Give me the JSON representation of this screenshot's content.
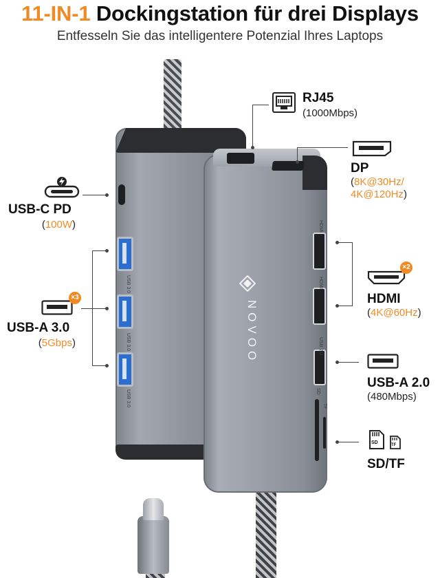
{
  "header": {
    "title_accent": "11-IN-1",
    "title_rest": "Dockingstation für drei Displays",
    "subtitle": "Entfesseln Sie das intelligentere Potenzial Ihres Laptops"
  },
  "product": {
    "brand": "NOVOO",
    "port_markings": {
      "usb3": "USB 3.0",
      "hdmi": "HDMI",
      "usb2": "USB 2.0",
      "sd": "SD",
      "tf": "TF"
    }
  },
  "ports": {
    "rj45": {
      "label": "RJ45",
      "spec": "(1000Mbps)"
    },
    "dp": {
      "label": "DP",
      "spec_line1": "8K@30Hz/",
      "spec_line2": "4K@120Hz"
    },
    "hdmi": {
      "label": "HDMI",
      "spec": "4K@60Hz",
      "count_badge": "×2"
    },
    "usb_a2": {
      "label": "USB-A 2.0",
      "spec": "(480Mbps)"
    },
    "sdtf": {
      "label": "SD/TF",
      "icon_sd": "SD",
      "icon_tf": "TF"
    },
    "usbc_pd": {
      "label": "USB-C PD",
      "spec": "100W"
    },
    "usb_a3": {
      "label": "USB-A 3.0",
      "spec": "5Gbps",
      "count_badge": "×3"
    }
  },
  "colors": {
    "accent": "#f08a24",
    "hub": "#9a9fa7",
    "usb3_blue": "#2a6ed1"
  },
  "icons": [
    "ethernet-port-icon",
    "displayport-icon",
    "hdmi-icon",
    "usb-a-icon",
    "sd-card-icon",
    "tf-card-icon",
    "usb-c-charge-icon",
    "usb-a3-icon"
  ]
}
